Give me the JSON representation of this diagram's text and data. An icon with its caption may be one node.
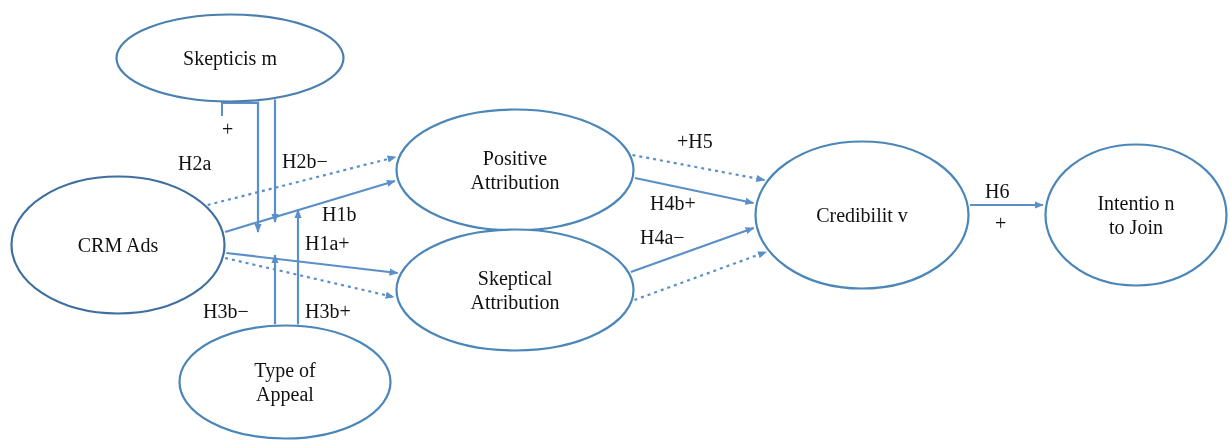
{
  "diagram": {
    "nodes": [
      {
        "text": [
          "Skepticis m"
        ]
      },
      {
        "text": [
          "CRM Ads"
        ]
      },
      {
        "text": [
          "Positive Attribution"
        ]
      },
      {
        "text": [
          "Skeptical Attribution"
        ]
      },
      {
        "text": [
          "Type of Appeal"
        ]
      },
      {
        "text": [
          "Credibilit v"
        ]
      },
      {
        "text": [
          "Intentio n to Join"
        ]
      }
    ],
    "edges": [
      {
        "from": 1,
        "to": 2,
        "arrow": "to",
        "style": "dashed"
      },
      {
        "from": 1,
        "to": 2,
        "arrow": "to"
      },
      {
        "from": 1,
        "to": 3,
        "arrow": "to"
      },
      {
        "from": 1,
        "to": 3,
        "arrow": "to",
        "style": "dashed"
      },
      {
        "from": 0,
        "to": null,
        "arrow": "to"
      },
      {
        "from": 0,
        "to": null,
        "arrow": "to"
      },
      {
        "from": 4,
        "to": null,
        "arrow": "to"
      },
      {
        "from": 4,
        "to": null,
        "arrow": "to"
      },
      {
        "from": 2,
        "to": 5,
        "arrow": "to",
        "style": "dashed"
      },
      {
        "from": 2,
        "to": 5,
        "arrow": "to"
      },
      {
        "from": 3,
        "to": 5,
        "arrow": "to"
      },
      {
        "from": 3,
        "to": 5,
        "arrow": "to",
        "style": "dashed"
      },
      {
        "from": 5,
        "to": 6,
        "arrow": "to"
      }
    ],
    "labels": [
      "+",
      "H2a",
      "H2b−",
      "H1a+",
      "H1b",
      "H3b−",
      "H3b+",
      "+H5",
      "H4b+",
      "H4a−",
      "H6",
      "+"
    ]
  }
}
